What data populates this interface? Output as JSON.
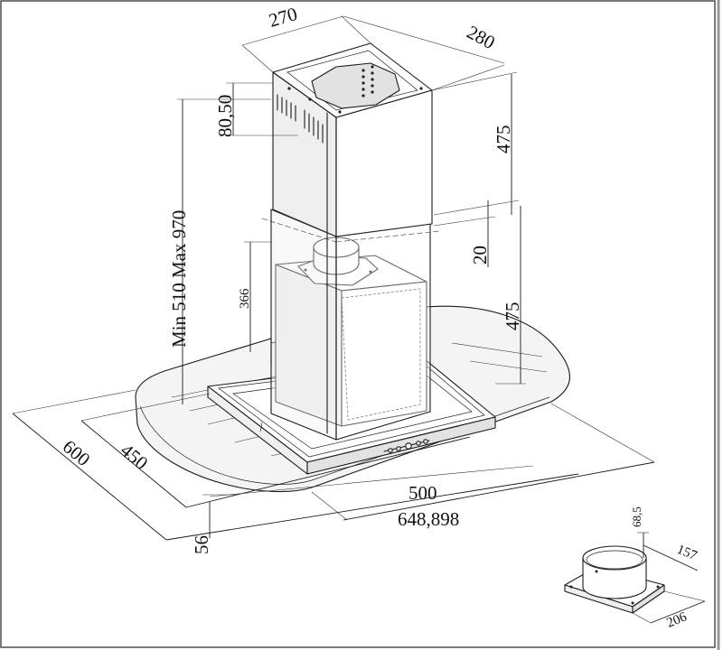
{
  "diagram": {
    "dimensions": {
      "chimney_width": "270",
      "chimney_depth": "280",
      "height_range": "Min 510  Max 970",
      "chimney_top_offset": "80,50",
      "upper_chimney_height": "475",
      "overlap": "20",
      "lower_chimney_height": "475",
      "motor_housing_height": "366",
      "canopy_depth_overall": "600",
      "canopy_depth_inner": "450",
      "canopy_width_inner": "500",
      "canopy_width_overall": "648,898",
      "canopy_thickness": "56",
      "flange_height": "68,5",
      "flange_diameter": "157",
      "flange_base": "206"
    }
  }
}
